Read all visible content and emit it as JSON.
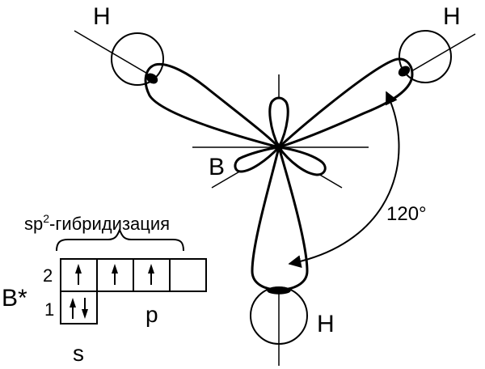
{
  "labels": {
    "h_top_left": "H",
    "h_top_right": "H",
    "h_bottom": "H",
    "boron": "B",
    "angle": "120°",
    "hybridization_prefix": "sp",
    "hybridization_sup": "2",
    "hybridization_suffix": "-гибридизация",
    "excited_atom": "B*",
    "level_2": "2",
    "level_1": "1",
    "p_label": "p",
    "s_label": "s"
  },
  "orbital_cells": {
    "level_2": [
      "up",
      "up",
      "up",
      "empty"
    ],
    "level_1": [
      "updown"
    ]
  }
}
